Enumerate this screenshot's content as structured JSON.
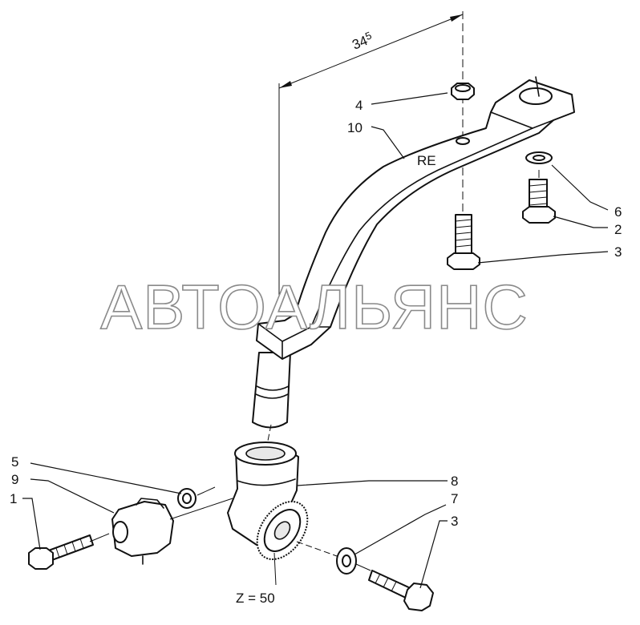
{
  "dimension": {
    "value_main": "34",
    "value_sup": "5"
  },
  "callouts": {
    "n1": "1",
    "n2": "2",
    "n3a": "3",
    "n3b": "3",
    "n4": "4",
    "n5": "5",
    "n6": "6",
    "n7": "7",
    "n8": "8",
    "n9": "9",
    "n10": "10"
  },
  "labels": {
    "re": "RE",
    "gear": "Z = 50"
  },
  "watermark": "АВТОАЛЬЯНС"
}
